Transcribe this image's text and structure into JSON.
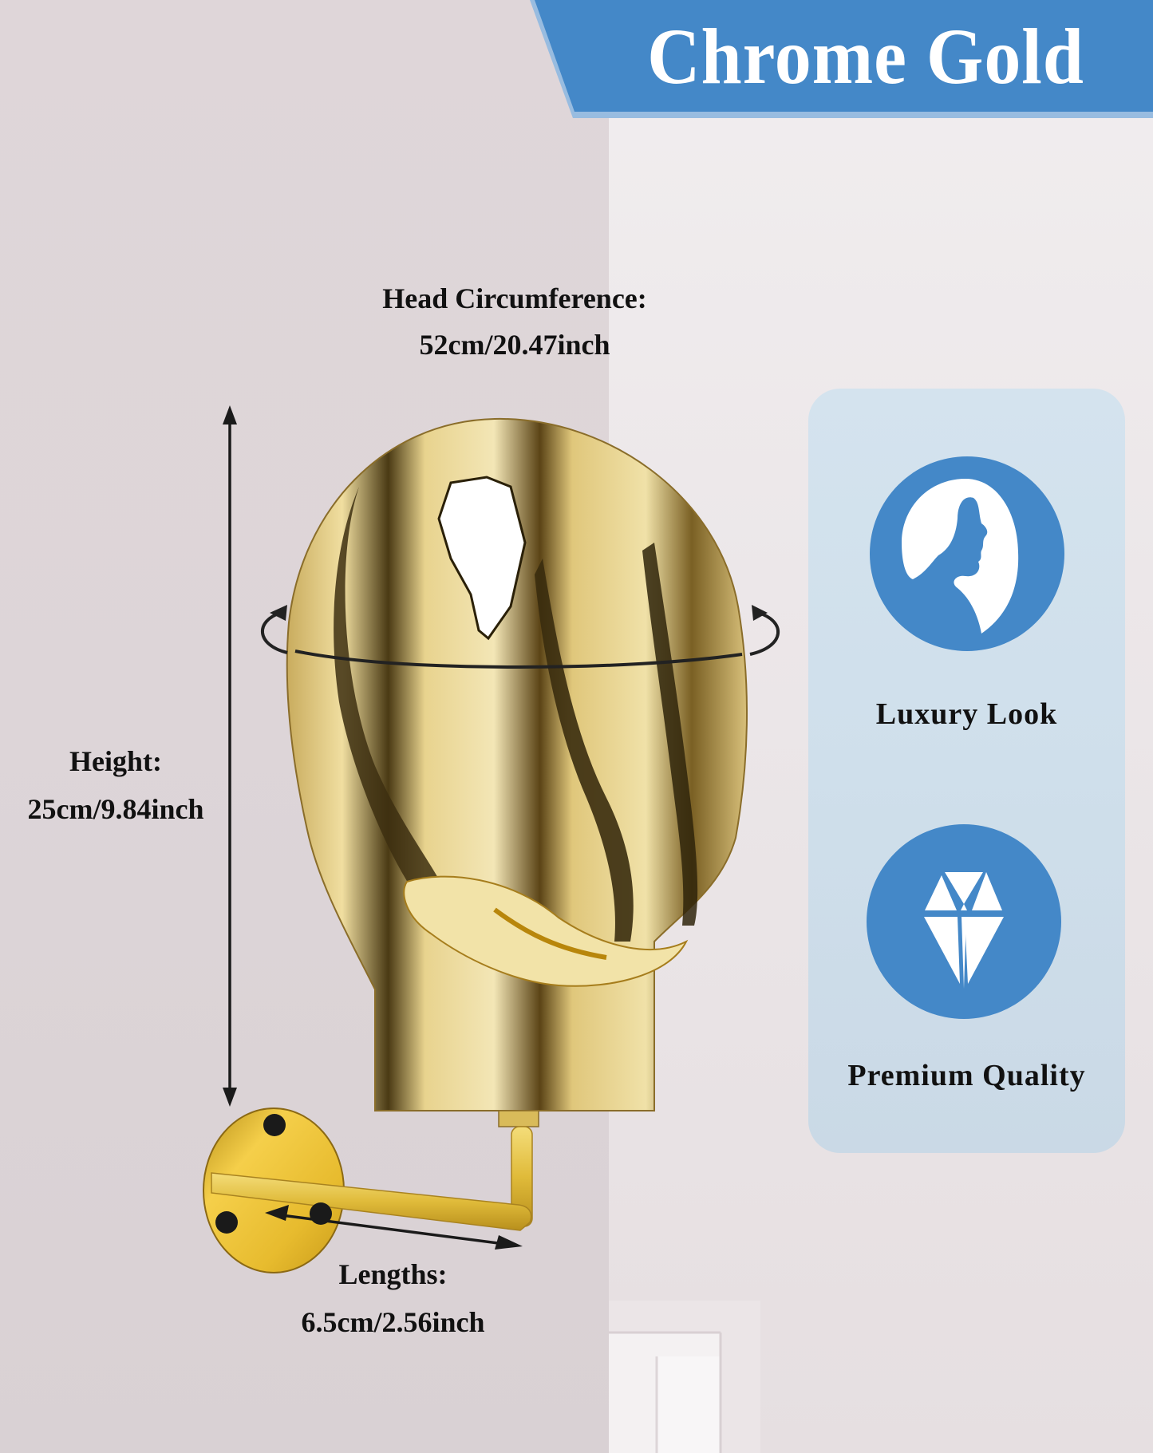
{
  "banner": {
    "title": "Chrome Gold",
    "color": "#4488c8",
    "edge_color": "#98bce0"
  },
  "product": {
    "name": "chrome-gold-mannequin-head-wall-mount",
    "icon": "mannequin-head-icon"
  },
  "dimensions": {
    "circumference": {
      "label": "Head Circumference:",
      "value": "52cm/20.47inch"
    },
    "height": {
      "label": "Height:",
      "value": "25cm/9.84inch"
    },
    "length": {
      "label": "Lengths:",
      "value": "6.5cm/2.56inch"
    }
  },
  "features": [
    {
      "label": "Luxury Look",
      "icon": "woman-profile-icon"
    },
    {
      "label": "Premium Quality",
      "icon": "diamond-icon"
    }
  ],
  "colors": {
    "accent_blue": "#4488c8",
    "panel_bg": "#cfdfeb",
    "gold": "#d9b64a",
    "text": "#111111"
  }
}
